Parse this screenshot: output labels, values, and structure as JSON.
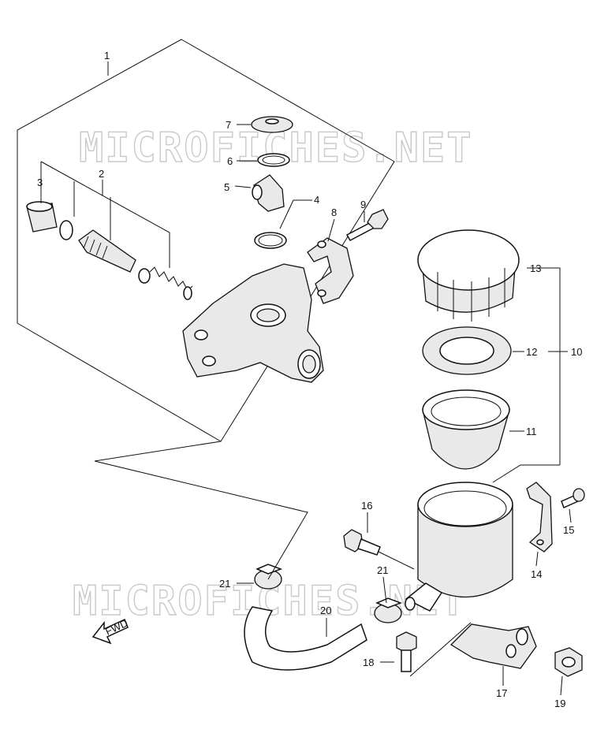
{
  "watermark": "MICROFICHES.NET",
  "fwd_label": "FWD",
  "callouts": {
    "p1": "1",
    "p2": "2",
    "p3": "3",
    "p4": "4",
    "p5": "5",
    "p6": "6",
    "p7": "7",
    "p8": "8",
    "p9": "9",
    "p10": "10",
    "p11": "11",
    "p12": "12",
    "p13": "13",
    "p14": "14",
    "p15": "15",
    "p16": "16",
    "p17": "17",
    "p18": "18",
    "p19": "19",
    "p20": "20",
    "p21a": "21",
    "p21b": "21"
  }
}
